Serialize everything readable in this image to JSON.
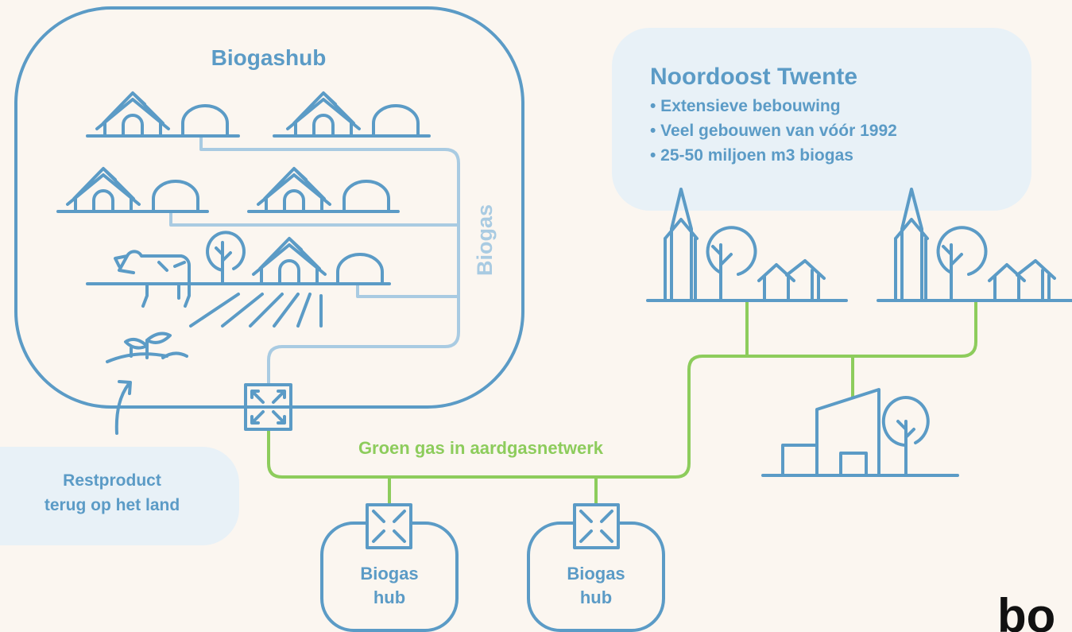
{
  "hub_title": "Biogashub",
  "biogas_pipe_label": "Biogas",
  "region": {
    "title": "Noordoost Twente",
    "bullets": [
      "• Extensieve bebouwing",
      "• Veel gebouwen van vóór 1992",
      "• 25-50 miljoen m3 biogas"
    ]
  },
  "green_gas_label": "Groen gas in aardgasnetwerk",
  "restproduct": {
    "line1": "Restproduct",
    "line2": "terug op het land"
  },
  "small_hubs": [
    {
      "line1": "Biogas",
      "line2": "hub"
    },
    {
      "line1": "Biogas",
      "line2": "hub"
    }
  ],
  "logo_text": "bo",
  "colors": {
    "background": "#fbf6f0",
    "blue": "#5b9bc6",
    "light_blue": "#a9cbe2",
    "green": "#8dcc5c",
    "panel": "#e8f1f7"
  },
  "icons": [
    "farm-barn-icon",
    "digester-dome-icon",
    "cow-icon",
    "tree-icon",
    "sprout-icon",
    "church-icon",
    "house-icon",
    "building-icon",
    "valve-icon",
    "arrow-up-icon"
  ]
}
